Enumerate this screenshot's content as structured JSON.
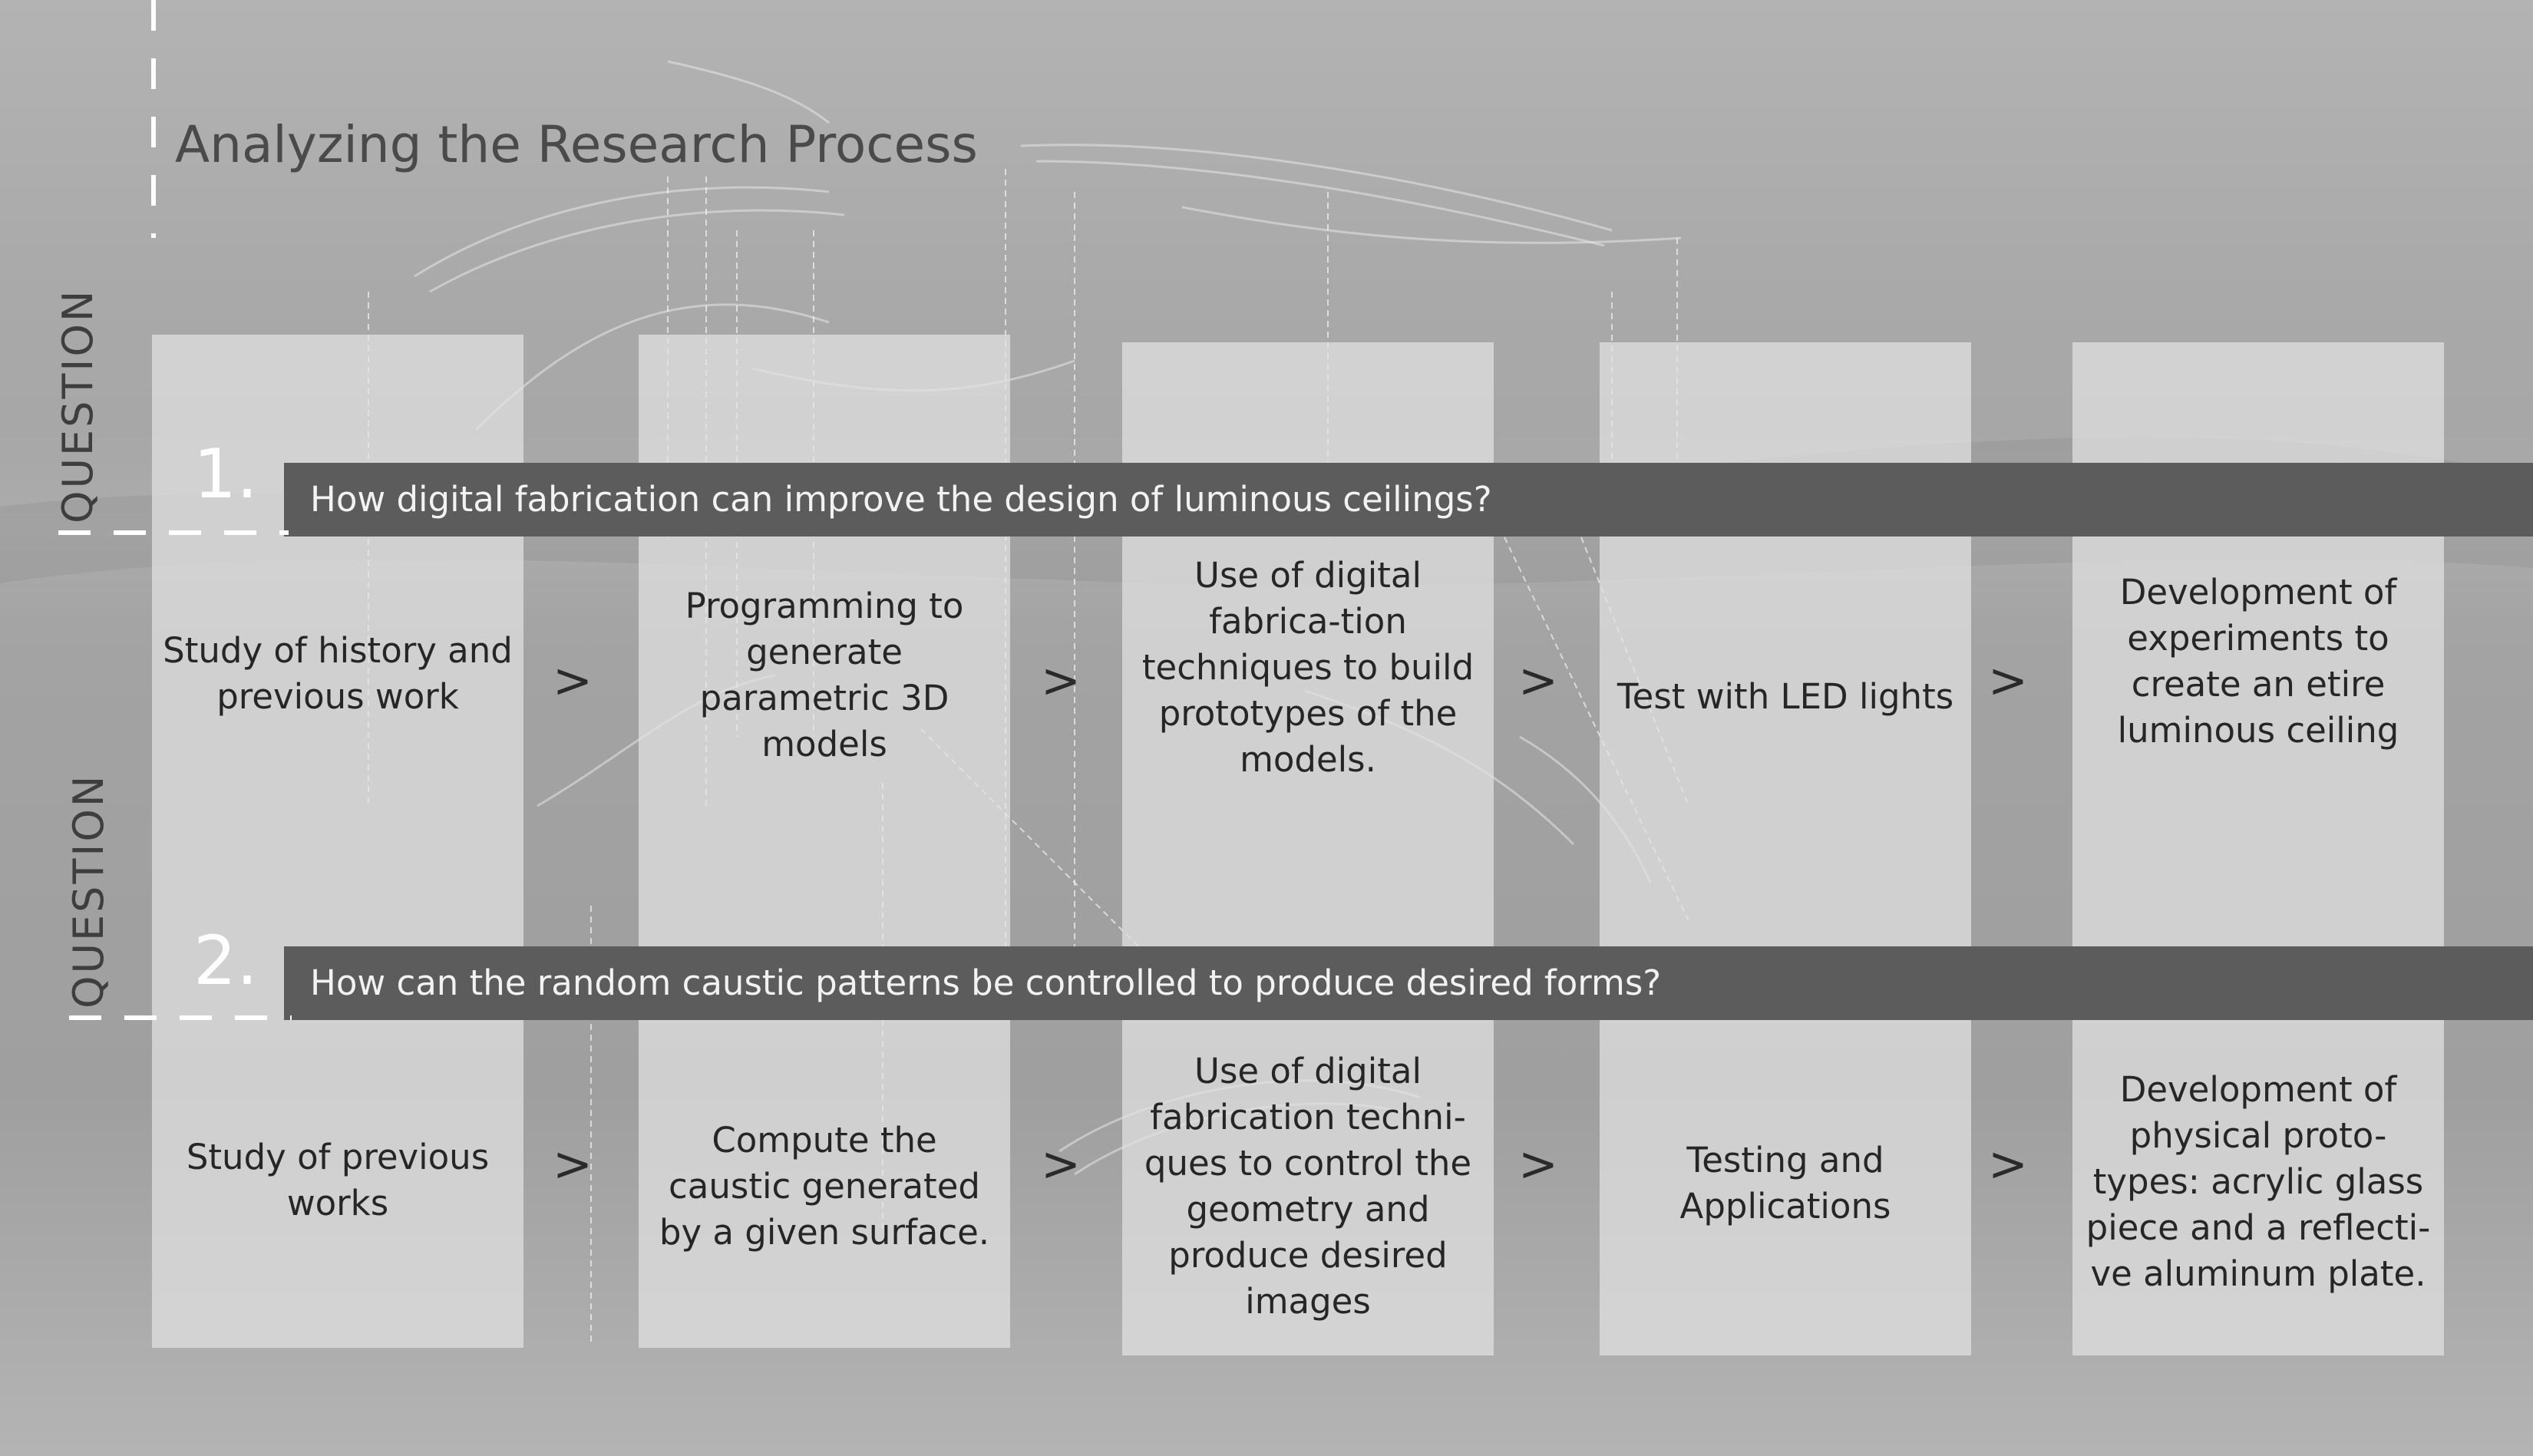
{
  "title": "Analyzing the Research Process",
  "questions": [
    {
      "side_label": "QUESTION",
      "number": "1.",
      "text": "How digital fabrication can improve the design of luminous ceilings?",
      "steps": [
        "Study of history and previous work",
        "Programming to generate parametric 3D models",
        "Use of digital fabrica-tion techniques to build prototypes of the models.",
        "Test with LED lights",
        "Development of experiments to create an etire luminous ceiling"
      ]
    },
    {
      "side_label": "QUESTION",
      "number": "2.",
      "text": "How can the random caustic patterns be controlled to produce desired forms?",
      "steps": [
        "Study of previous works",
        "Compute the caustic generated by a given surface.",
        "Use of digital fabrication techni-ques to control the geometry and produce desired images",
        "Testing and Applications",
        "Development of physical proto-types: acrylic glass piece and a reflecti-ve aluminum plate."
      ]
    }
  ],
  "arrow_symbol": ">"
}
